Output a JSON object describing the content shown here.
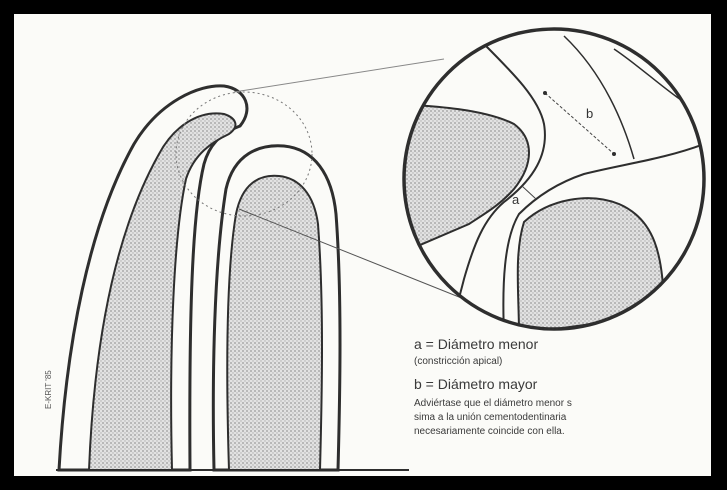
{
  "labels": {
    "a": "a",
    "b": "b"
  },
  "legend": {
    "line_a": "a = Diámetro menor",
    "line_a_sub": "(constricción apical)",
    "line_b": "b = Diámetro mayor",
    "note_1": "Adviértase que el diámetro menor s",
    "note_2": "sima a la unión cementodentinaria",
    "note_3": "necesariamente coincide con ella."
  },
  "signature": "E-KRIT '85",
  "colors": {
    "frame": "#000000",
    "paper": "#fbfbf8",
    "ink": "#2e2e2e",
    "stipple": "#b8b8b8"
  }
}
